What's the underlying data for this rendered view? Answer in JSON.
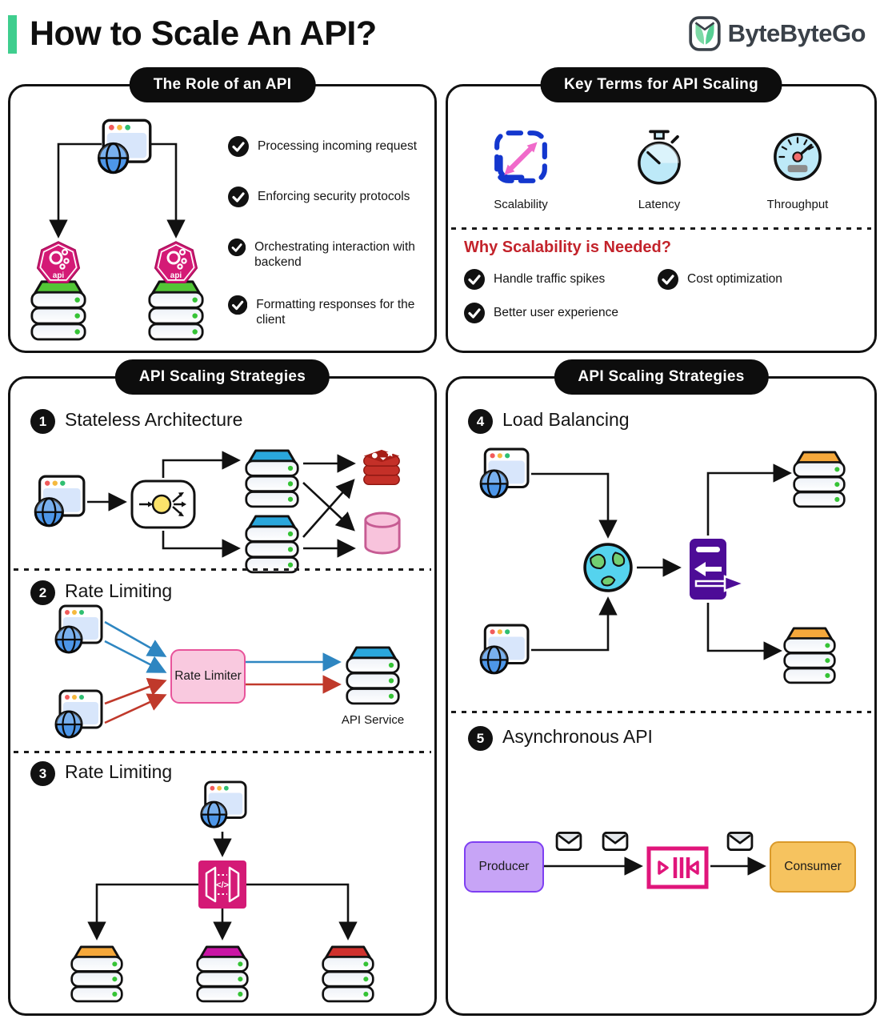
{
  "header": {
    "title": "How to Scale An API?",
    "brand": "ByteByteGo"
  },
  "panels": {
    "role": {
      "pill": "The Role of an API",
      "items": [
        "Processing incoming request",
        "Enforcing security protocols",
        "Orchestrating interaction with backend",
        "Formatting responses for the client"
      ]
    },
    "key_terms": {
      "pill": "Key Terms for API Scaling",
      "terms": [
        {
          "label": "Scalability"
        },
        {
          "label": "Latency"
        },
        {
          "label": "Throughput"
        }
      ],
      "why_heading": "Why Scalability is Needed?",
      "why_items": [
        "Handle traffic spikes",
        "Cost optimization",
        "Better user experience"
      ]
    },
    "strategies_left": {
      "pill": "API Scaling Strategies",
      "sections": [
        {
          "num": "1",
          "title": "Stateless Architecture"
        },
        {
          "num": "2",
          "title": "Rate Limiting",
          "limiter": "Rate Limiter",
          "service": "API Service"
        },
        {
          "num": "3",
          "title": "Rate Limiting"
        }
      ]
    },
    "strategies_right": {
      "pill": "API Scaling Strategies",
      "sections": [
        {
          "num": "4",
          "title": "Load Balancing"
        },
        {
          "num": "5",
          "title": "Asynchronous API",
          "producer": "Producer",
          "consumer": "Consumer"
        }
      ]
    }
  },
  "icons": {
    "api_badge": "api",
    "gateway_glyph": "</>"
  },
  "colors": {
    "accent_green": "#3FCE8E",
    "pill_black": "#0d0d0d",
    "magenta_api": "#D41A76",
    "cap_green": "#52C636",
    "cap_blue": "#2AA7DC",
    "cap_orange": "#F5A83B",
    "cap_magenta": "#C915A5",
    "cap_red": "#D0312D",
    "arrow_blue": "#2E86C1",
    "arrow_red": "#C0392B",
    "why_red": "#C3232B",
    "lb_purple": "#4D0C97",
    "producer_purple": "#C7A4F6",
    "consumer_orange": "#F6C35F",
    "scalability_blue": "#1437CE",
    "scalability_pink": "#F06ACA"
  }
}
